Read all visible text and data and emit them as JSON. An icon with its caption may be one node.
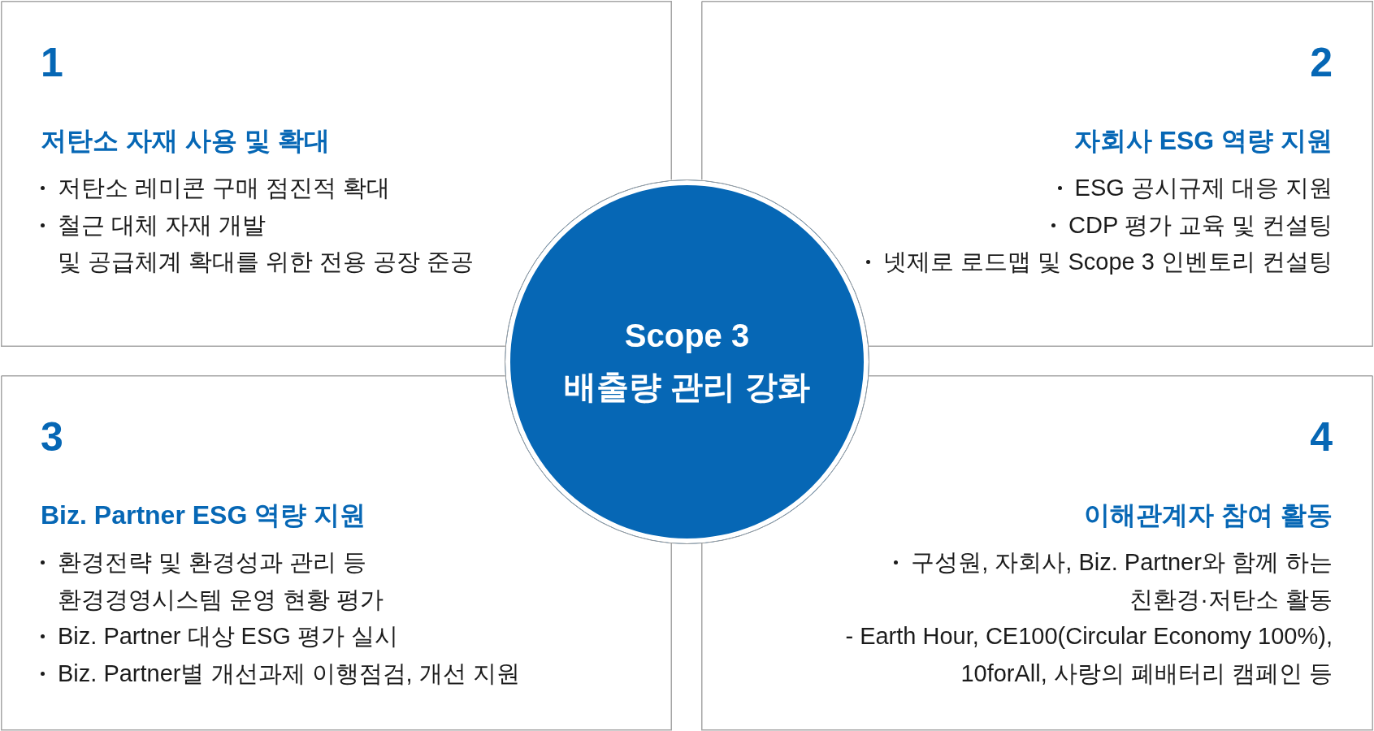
{
  "diagram": {
    "nodes": [
      {
        "text": [
          "1",
          "저탄소 자재 사용 및 확대",
          "저탄소 레미콘 구매 점진적 확대",
          "철근 대체 자재 개발 및 공급체계 확대를 위한 전용 공장 준공"
        ]
      },
      {
        "text": [
          "2",
          "자회사 ESG 역량 지원",
          "ESG 공시규제 대응 지원",
          "CDP 평가 교육 및 컨설팅",
          "넷제로 로드맵 및 Scope 3 인벤토리 컨설팅"
        ]
      },
      {
        "text": [
          "Scope 3 배출량 관리 강화"
        ]
      },
      {
        "text": [
          "3",
          "Biz. Partner ESG 역량 지원",
          "환경전략 및 환경성과 관리 등 환경경영시스템 운영 현황 평가",
          "Biz. Partner 대상 ESG 평가 실시",
          "Biz. Partner별 개선과제 이행점검, 개선 지원"
        ]
      },
      {
        "text": [
          "4",
          "이해관계자 참여 활동",
          "구성원, 자회사, Biz. Partner와 함께 하는 친환경·저탄소 활동",
          "- Earth Hour, CE100(Circular Economy 100%), 10forAll, 사랑의 폐배터리 캠페인 등"
        ]
      }
    ]
  }
}
